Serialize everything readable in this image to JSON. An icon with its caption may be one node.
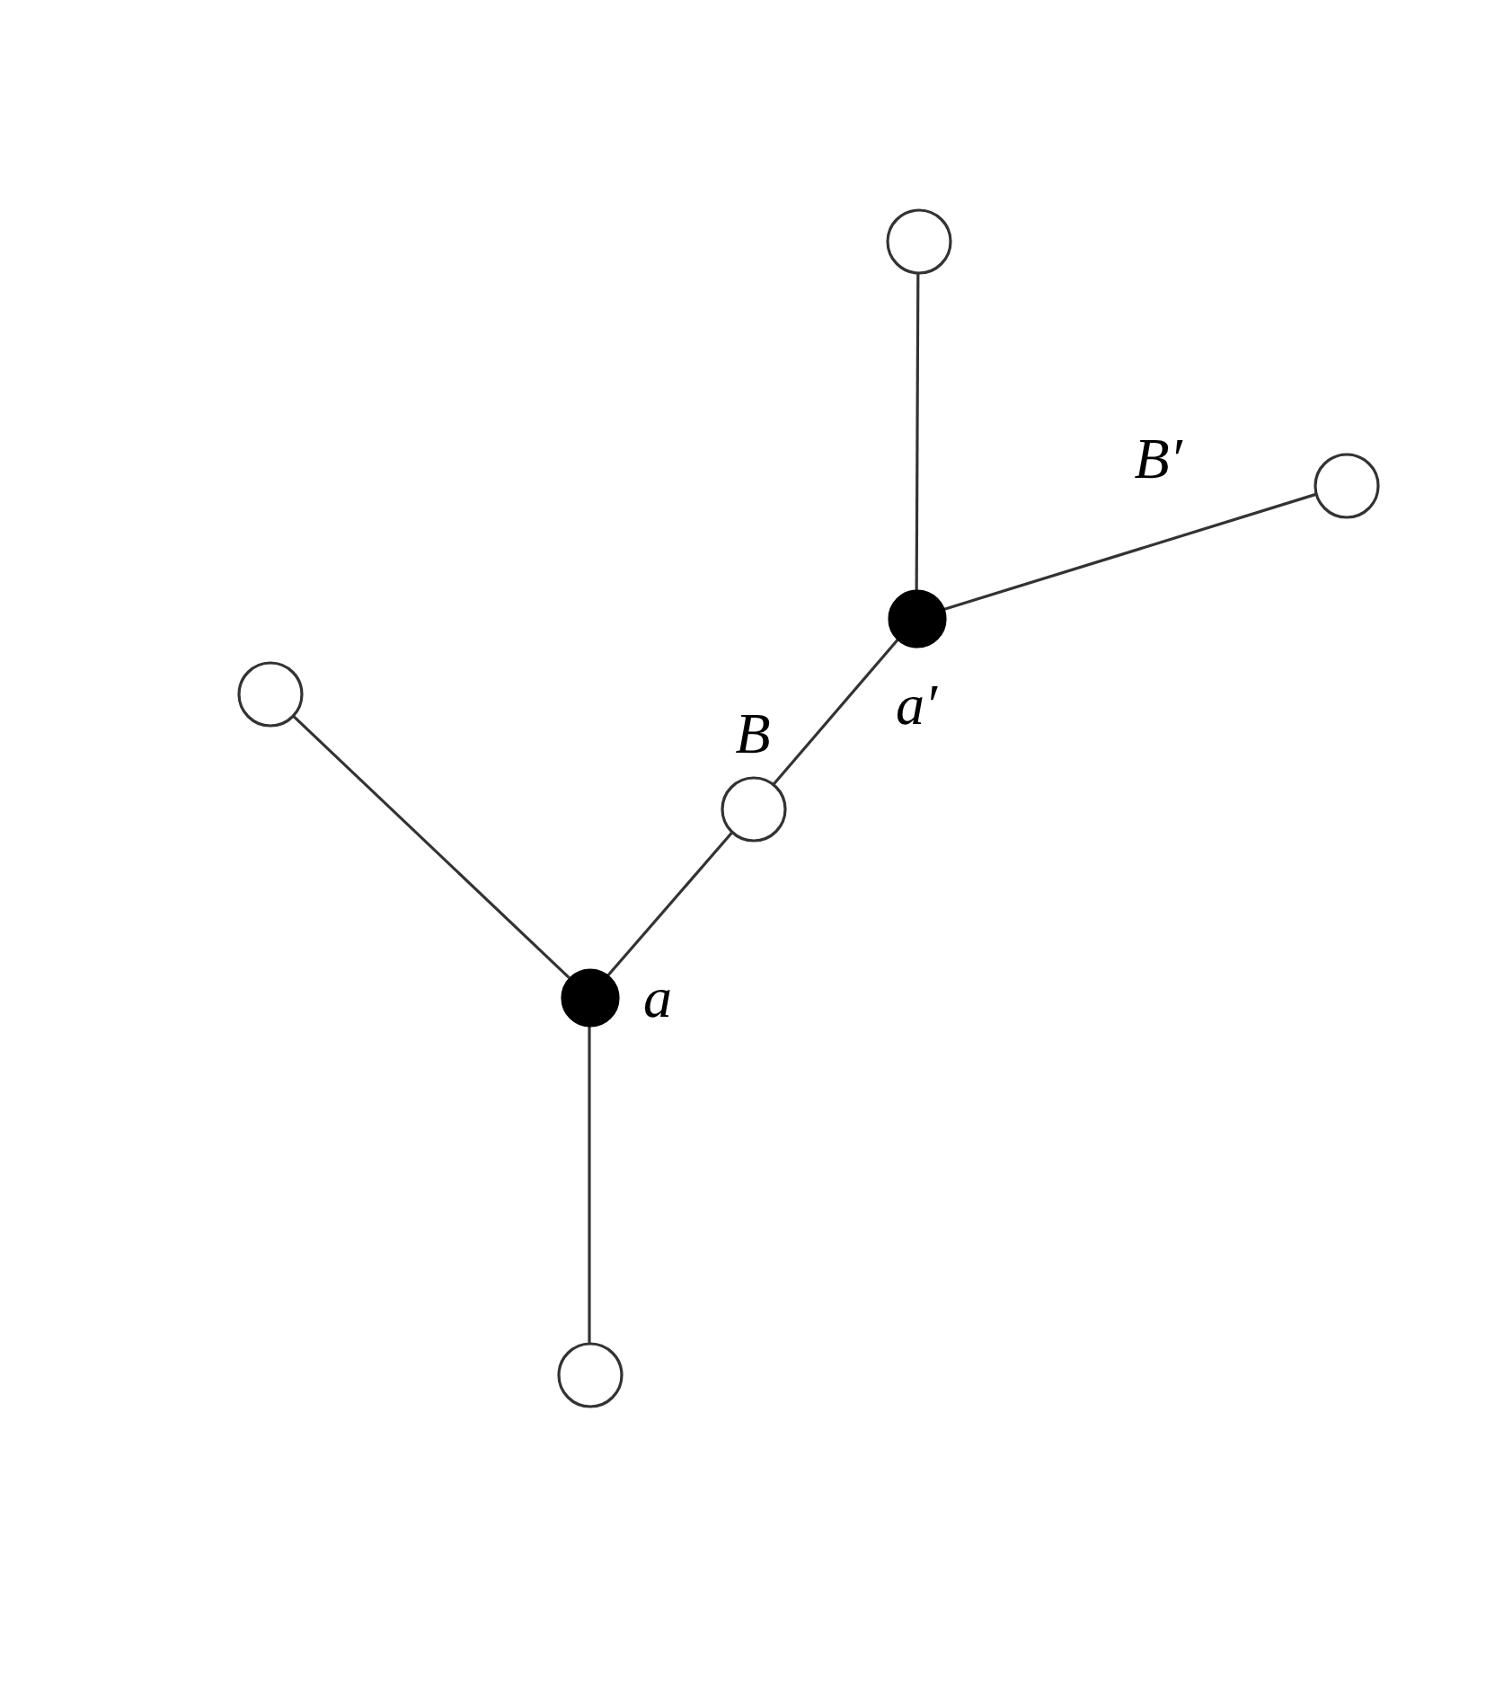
{
  "diagram": {
    "nodes": [
      {
        "text": [],
        "shape": "circle"
      },
      {
        "text": [],
        "shape": "circle"
      },
      {
        "text": [],
        "shape": "dot",
        "beside": [
          "a′"
        ]
      },
      {
        "text": [],
        "shape": "circle"
      },
      {
        "text": [],
        "shape": "circle",
        "beside": [
          "B"
        ]
      },
      {
        "text": [],
        "shape": "dot",
        "beside": [
          "a"
        ]
      },
      {
        "text": [],
        "shape": "circle"
      }
    ],
    "edges": [
      {
        "from": 2,
        "to": 0,
        "arrow": "none"
      },
      {
        "from": 2,
        "to": 1,
        "arrow": "none",
        "label": "B′"
      },
      {
        "from": 2,
        "to": 4,
        "arrow": "none"
      },
      {
        "from": 4,
        "to": 5,
        "arrow": "none"
      },
      {
        "from": 3,
        "to": 5,
        "arrow": "none"
      },
      {
        "from": 5,
        "to": 6,
        "arrow": "none"
      }
    ]
  }
}
